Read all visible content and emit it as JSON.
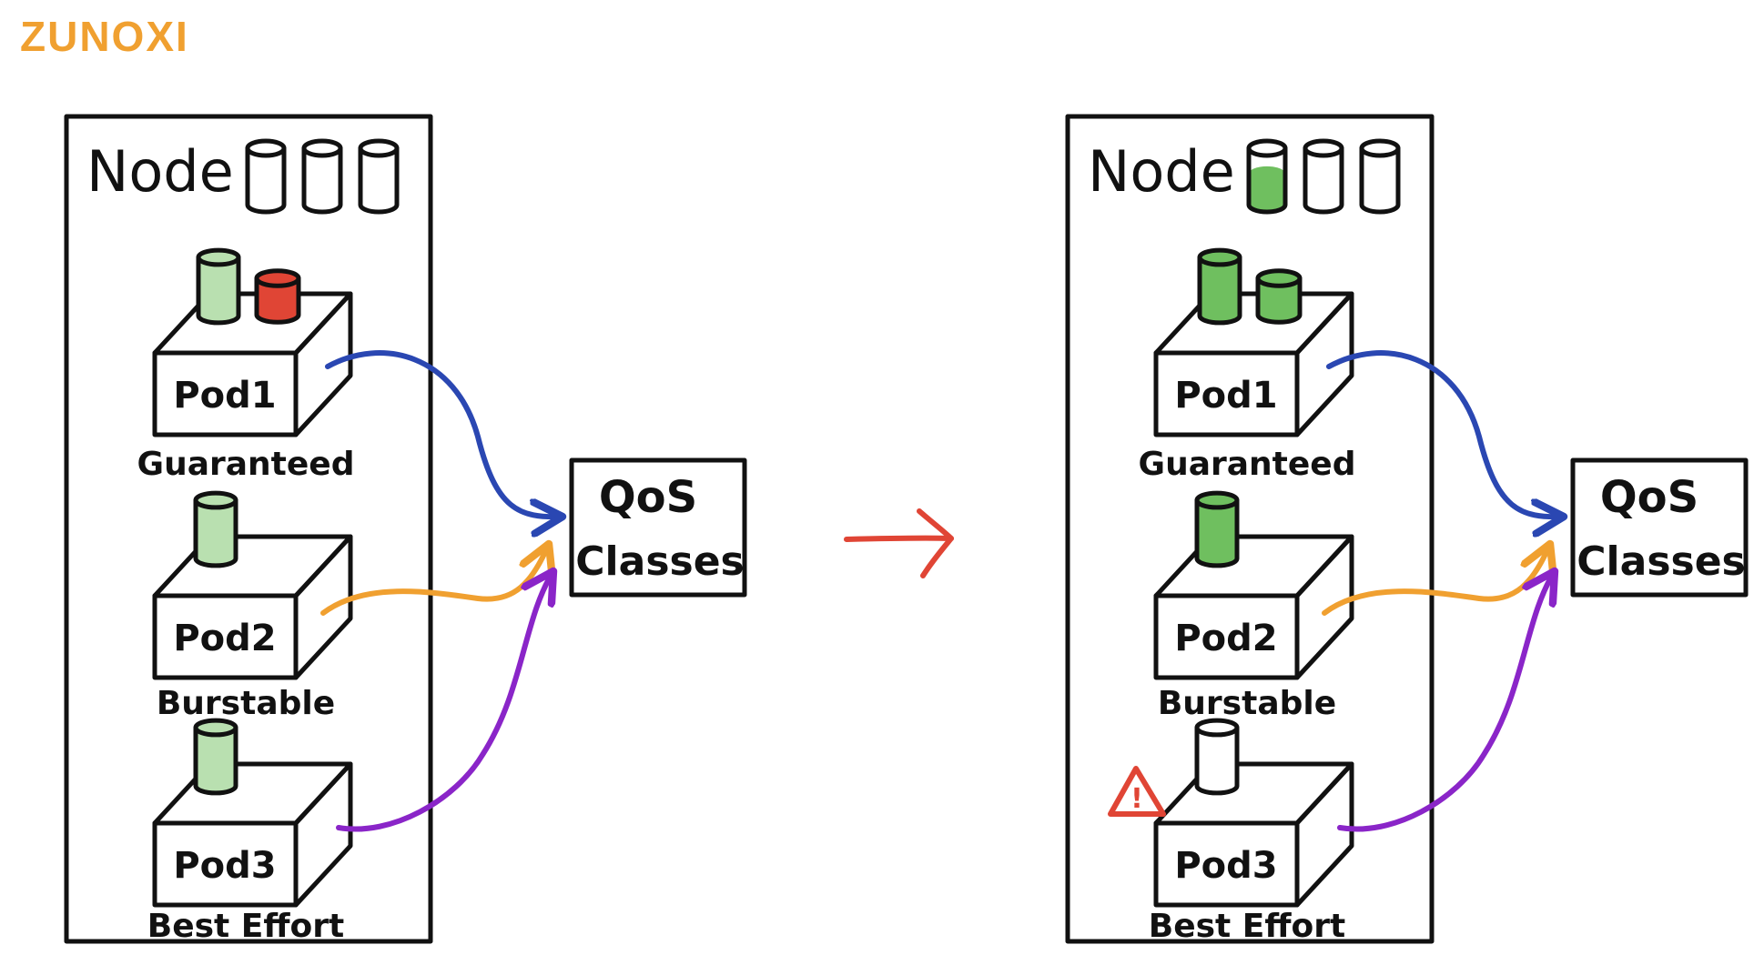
{
  "brand": {
    "text": "ZUNOXI",
    "color": "#F0A030"
  },
  "colors": {
    "ink": "#111111",
    "green": "#6FBF5F",
    "light_green": "#B9E0B0",
    "red": "#E04535",
    "blue": "#2A47B2",
    "orange": "#F0A030",
    "purple": "#8A25C8",
    "transition_arrow": "#E04535",
    "warning": "#E04535"
  },
  "panels": [
    {
      "node_label": "Node",
      "node_resources": [
        "empty",
        "empty",
        "empty"
      ],
      "pods": [
        {
          "label": "Pod1",
          "qos_label": "Guaranteed",
          "resources": [
            "light_green",
            "red"
          ]
        },
        {
          "label": "Pod2",
          "qos_label": "Burstable",
          "resources": [
            "light_green"
          ]
        },
        {
          "label": "Pod3",
          "qos_label": "Best Effort",
          "resources": [
            "light_green"
          ]
        }
      ],
      "qos_box": {
        "line1": "QoS",
        "line2": "Classes"
      }
    },
    {
      "node_label": "Node",
      "node_resources": [
        "green",
        "empty",
        "empty"
      ],
      "pods": [
        {
          "label": "Pod1",
          "qos_label": "Guaranteed",
          "resources": [
            "green",
            "green"
          ]
        },
        {
          "label": "Pod2",
          "qos_label": "Burstable",
          "resources": [
            "green"
          ]
        },
        {
          "label": "Pod3",
          "qos_label": "Best Effort",
          "resources": [
            "empty"
          ],
          "warning": "!"
        }
      ],
      "qos_box": {
        "line1": "QoS",
        "line2": "Classes"
      }
    }
  ]
}
